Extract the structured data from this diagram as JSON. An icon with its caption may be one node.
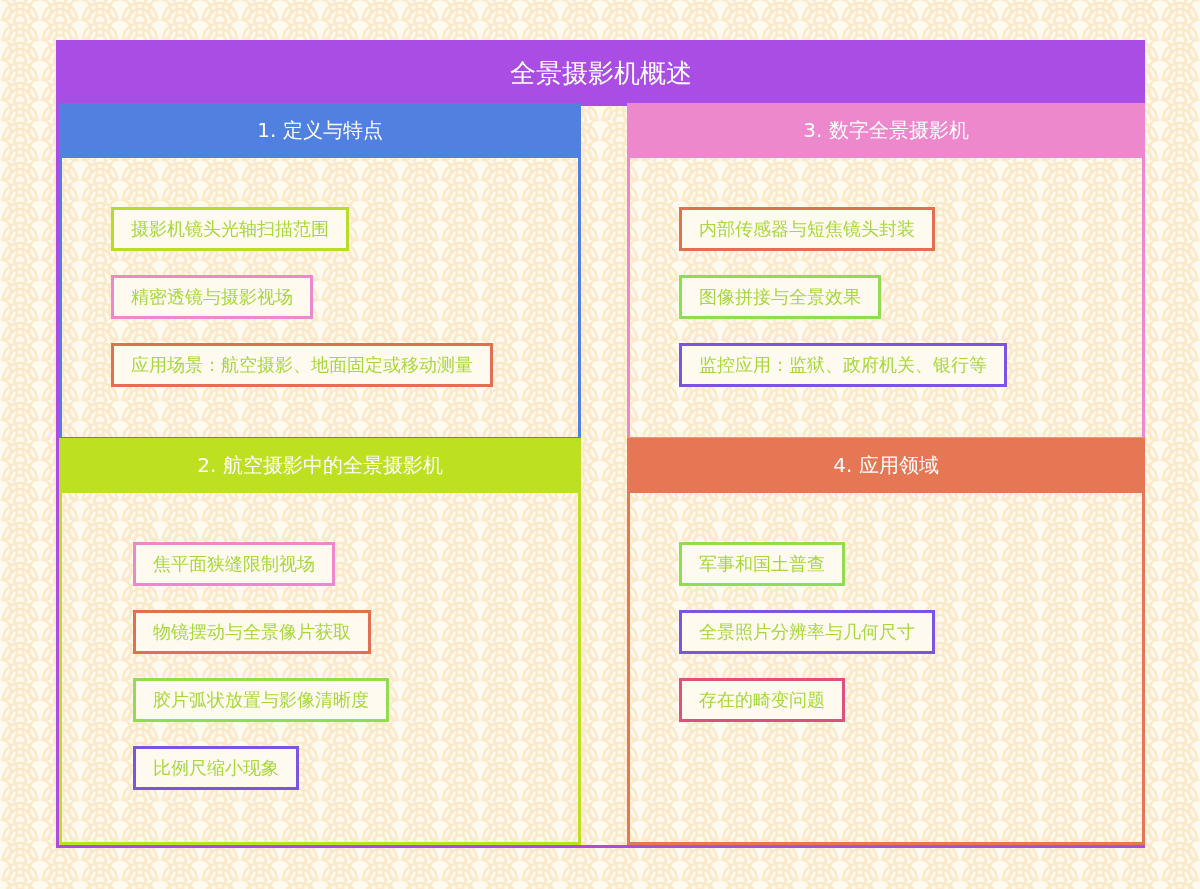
{
  "diagram": {
    "nodes": [
      {
        "text": [
          "全景摄影机概述"
        ]
      },
      {
        "text": [
          "1. 定义与特点"
        ],
        "in": 0
      },
      {
        "text": [
          "摄影机镜头光轴扫描范围"
        ],
        "in": 1
      },
      {
        "text": [
          "精密透镜与摄影视场"
        ],
        "in": 1
      },
      {
        "text": [
          "应用场景：航空摄影、地面固定或移动测量"
        ],
        "in": 1
      },
      {
        "text": [
          "2. 航空摄影中的全景摄影机"
        ],
        "in": 0
      },
      {
        "text": [
          "焦平面狭缝限制视场"
        ],
        "in": 5
      },
      {
        "text": [
          "物镜摆动与全景像片获取"
        ],
        "in": 5
      },
      {
        "text": [
          "胶片弧状放置与影像清晰度"
        ],
        "in": 5
      },
      {
        "text": [
          "比例尺缩小现象"
        ],
        "in": 5
      },
      {
        "text": [
          "3. 数字全景摄影机"
        ],
        "in": 0
      },
      {
        "text": [
          "内部传感器与短焦镜头封装"
        ],
        "in": 10
      },
      {
        "text": [
          "图像拼接与全景效果"
        ],
        "in": 10
      },
      {
        "text": [
          "监控应用：监狱、政府机关、银行等"
        ],
        "in": 10
      },
      {
        "text": [
          "4. 应用领域"
        ],
        "in": 0
      },
      {
        "text": [
          "军事和国土普查"
        ],
        "in": 14
      },
      {
        "text": [
          "全景照片分辨率与几何尺寸"
        ],
        "in": 14
      },
      {
        "text": [
          "存在的畸变问题"
        ],
        "in": 14
      }
    ]
  }
}
